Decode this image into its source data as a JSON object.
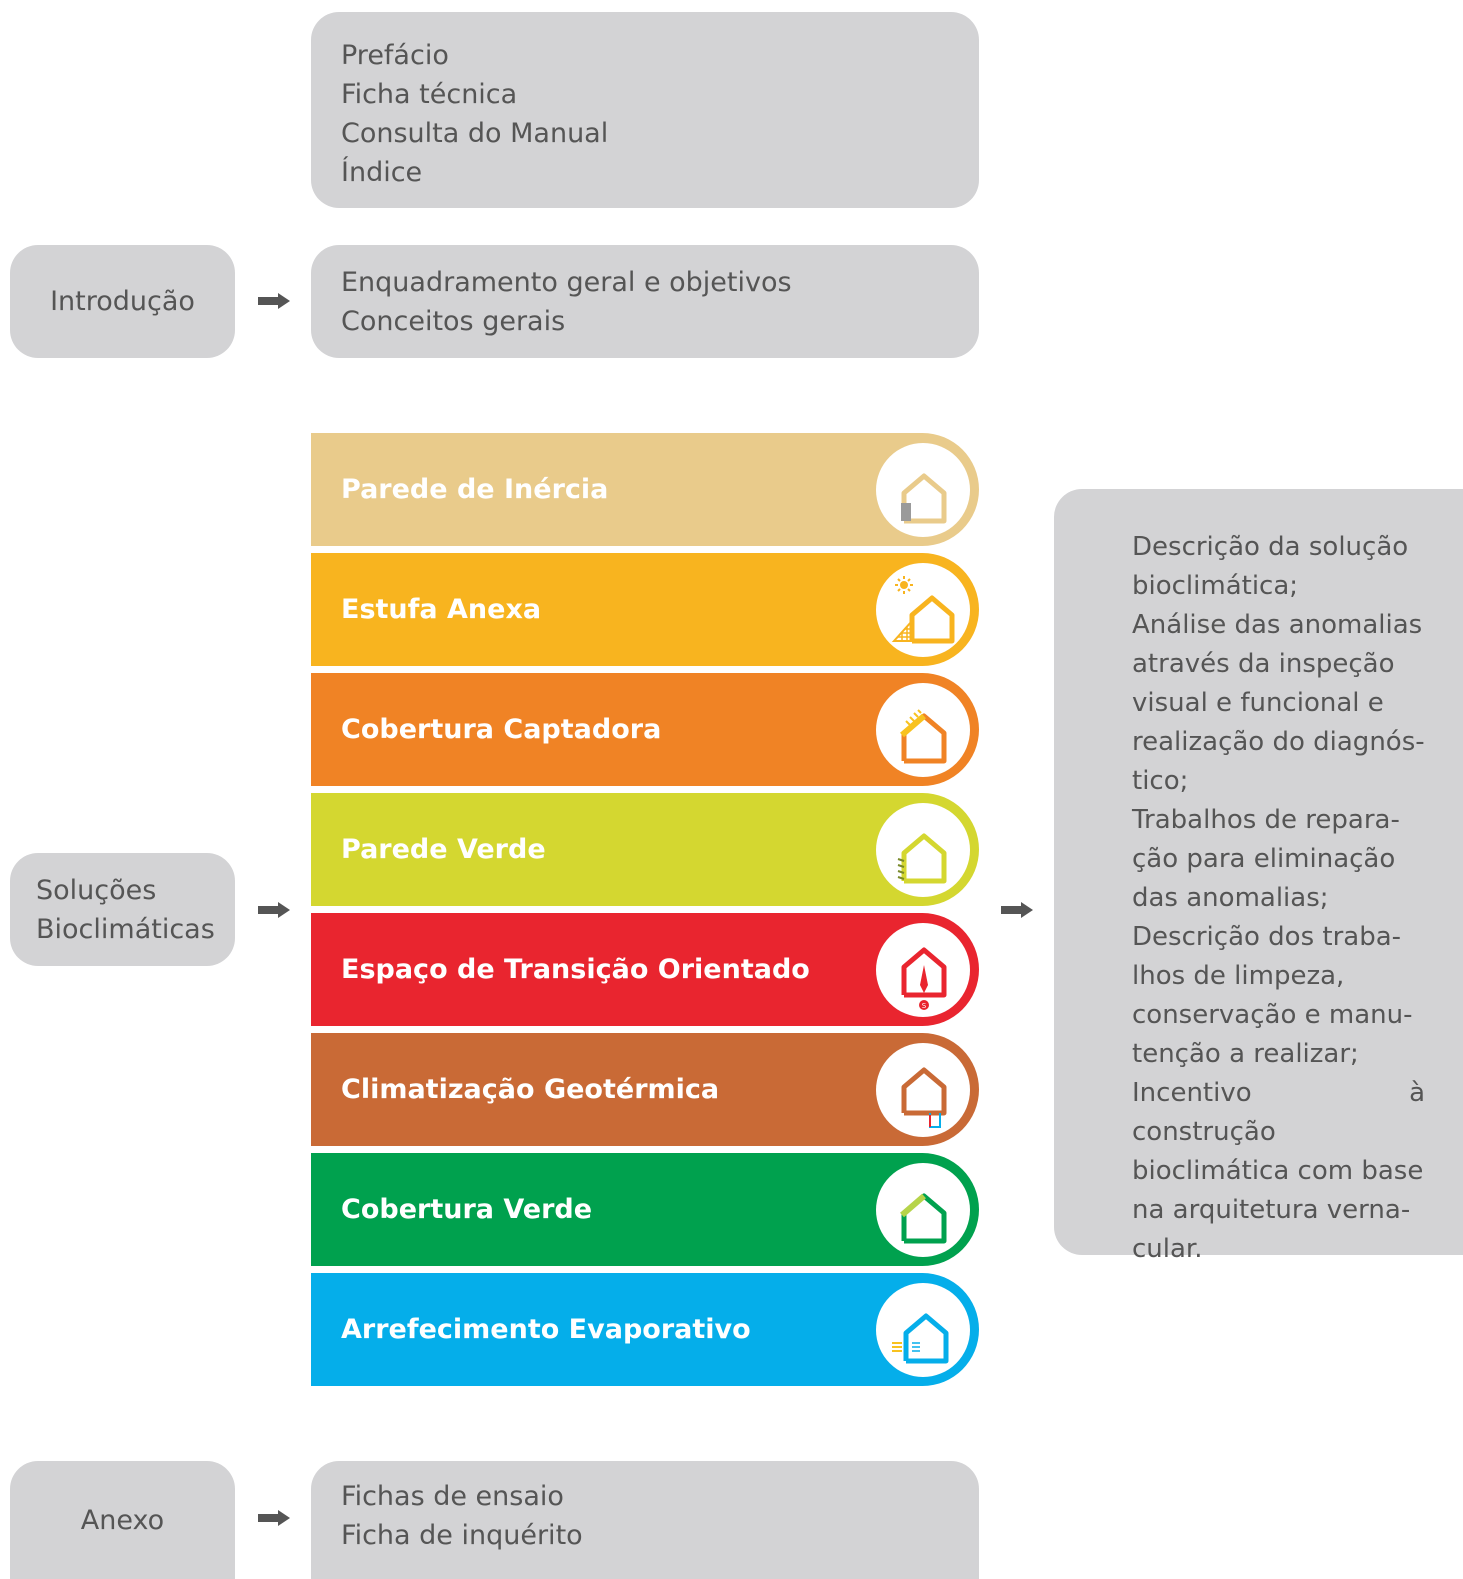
{
  "front_matter": {
    "items": [
      "Prefácio",
      "Ficha técnica",
      "Consulta do Manual",
      "Índice"
    ]
  },
  "introducao": {
    "label": "Introdução",
    "items": [
      "Enquadramento geral e objetivos",
      "Conceitos gerais"
    ]
  },
  "solucoes": {
    "label_lines": [
      "Soluções",
      "Bioclimáticas"
    ],
    "bars": [
      {
        "label": "Parede de Inércia",
        "color": "#e9cb8b",
        "icon": "thermal-mass-wall-house-icon"
      },
      {
        "label": "Estufa Anexa",
        "color": "#f8b41f",
        "icon": "attached-greenhouse-house-icon"
      },
      {
        "label": "Cobertura Captadora",
        "color": "#f08325",
        "icon": "collector-roof-house-icon"
      },
      {
        "label": "Parede Verde",
        "color": "#d4d730",
        "icon": "green-wall-house-icon"
      },
      {
        "label": "Espaço de Transição Orientado",
        "color": "#e9252f",
        "icon": "oriented-transition-space-house-icon"
      },
      {
        "label": "Climatização Geotérmica",
        "color": "#c96a36",
        "icon": "geothermal-house-icon"
      },
      {
        "label": "Cobertura Verde",
        "color": "#00a14e",
        "icon": "green-roof-house-icon"
      },
      {
        "label": "Arrefecimento Evaporativo",
        "color": "#05aeea",
        "icon": "evaporative-cooling-house-icon"
      }
    ],
    "description_lines": [
      "Descrição da solução",
      "bioclimática;",
      "Análise das anomalias",
      "através da inspeção",
      "visual e funcional e",
      "realização do diagnós-",
      "tico;",
      "Trabalhos de repara-",
      "ção para eliminação",
      "das anomalias;",
      "Descrição dos traba-",
      "lhos de limpeza,",
      "conservação e manu-",
      "tenção a realizar;",
      "Incentivo à construção",
      "bioclimática com base",
      "na arquitetura verna-",
      "cular."
    ]
  },
  "anexo": {
    "label": "Anexo",
    "items": [
      "Fichas de ensaio",
      "Ficha de inquérito"
    ]
  },
  "colors": {
    "box": "#d3d3d5",
    "text": "#555555",
    "arrow": "#555555"
  }
}
